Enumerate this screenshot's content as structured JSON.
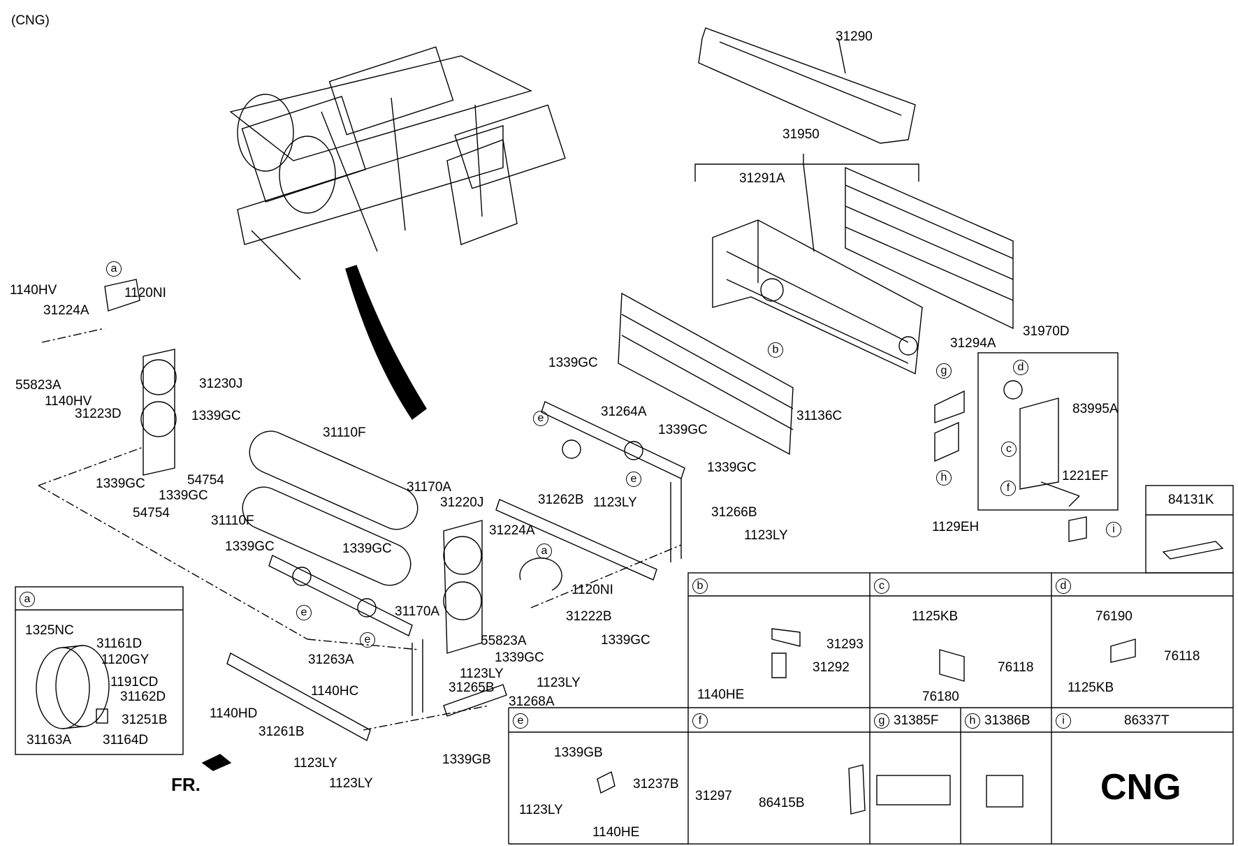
{
  "variant": "(CNG)",
  "front_marker": "FR.",
  "cng_mark": "CNG",
  "parts": {
    "p31290": "31290",
    "p31950": "31950",
    "p31291A": "31291A",
    "p31294A": "31294A",
    "p31970D": "31970D",
    "p83995A": "83995A",
    "p1221EF": "1221EF",
    "p1129EH": "1129EH",
    "p31136C": "31136C",
    "p84131K": "84131K",
    "p1339GC_a": "1339GC",
    "p31264A": "31264A",
    "p1339GC_b": "1339GC",
    "p1339GC_c": "1339GC",
    "p1123LY_a": "1123LY",
    "p31266B": "31266B",
    "p1123LY_b": "1123LY",
    "p31262B": "31262B",
    "p31110F_a": "31110F",
    "p31110F_b": "31110F",
    "p31170A_a": "31170A",
    "p31170A_b": "31170A",
    "p31220J": "31220J",
    "p31224A_b": "31224A",
    "p1120NI_b": "1120NI",
    "p31222B": "31222B",
    "p55823A_b": "55823A",
    "p1339GC_d": "1339GC",
    "p1339GC_e": "1339GC",
    "p1123LY_c": "1123LY",
    "p1123LY_d": "1123LY",
    "p1339GC_f": "1339GC",
    "p1339GC_g": "1339GC",
    "p31263A": "31263A",
    "p31265B": "31265B",
    "p1140HC": "1140HC",
    "p31268A": "31268A",
    "p1140HD": "1140HD",
    "p31261B": "31261B",
    "p1123LY_e": "1123LY",
    "p1123LY_f": "1123LY",
    "p1339GB": "1339GB",
    "p1140HV_a": "1140HV",
    "p31224A_a": "31224A",
    "p1120NI_a": "1120NI",
    "p55823A_a": "55823A",
    "p1140HV_b": "1140HV",
    "p31223D": "31223D",
    "p31230J": "31230J",
    "p1339GC_h": "1339GC",
    "p1339GC_i": "1339GC",
    "p54754_a": "54754",
    "p1339GC_j": "1339GC",
    "p54754_b": "54754"
  },
  "callouts": {
    "a1": "a",
    "a2": "a",
    "b": "b",
    "c": "c",
    "d": "d",
    "e1": "e",
    "e2": "e",
    "e3": "e",
    "e4": "e",
    "f": "f",
    "g": "g",
    "h": "h",
    "i": "i"
  },
  "inset_a": {
    "letter": "a",
    "parts": [
      "1325NC",
      "31161D",
      "1120GY",
      "1191CD",
      "31162D",
      "31251B",
      "31163A",
      "31164D"
    ]
  },
  "detail_cells": {
    "b": {
      "letter": "b",
      "parts": [
        "31293",
        "31292",
        "1140HE"
      ]
    },
    "c": {
      "letter": "c",
      "parts": [
        "1125KB",
        "76118",
        "76180"
      ]
    },
    "d": {
      "letter": "d",
      "parts": [
        "76190",
        "76118",
        "1125KB"
      ]
    },
    "e": {
      "letter": "e",
      "parts": [
        "1339GB",
        "31237B",
        "1123LY",
        "1140HE"
      ]
    },
    "f": {
      "letter": "f",
      "parts": [
        "31297",
        "86415B"
      ]
    },
    "g": {
      "letter": "g",
      "part": "31385F"
    },
    "h": {
      "letter": "h",
      "part": "31386B"
    },
    "i": {
      "letter": "i",
      "part": "86337T"
    }
  }
}
